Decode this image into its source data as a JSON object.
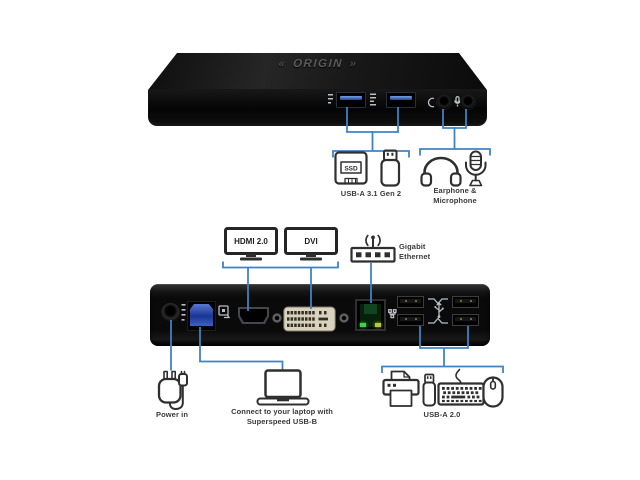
{
  "device": {
    "logo_text": "ORIGIN"
  },
  "colors": {
    "callout_line": "#3e83c4",
    "icon_outline": "#2f2f2f",
    "label_text": "#3a3a3a",
    "usb_tongue_blue": "#2f6bd8",
    "usb_b_blue": "#2a52c9",
    "dvi_beige": "#d9d2bf",
    "ethernet_led_green": "#3fd04c",
    "ethernet_led_amber": "#b8c838"
  },
  "front_callouts": {
    "usb": {
      "label": "USB-A 3.1 Gen 2",
      "ssd_badge": "SSD",
      "icons": [
        "ssd-icon",
        "usb-flash-drive-icon"
      ]
    },
    "audio": {
      "label_line1": "Earphone &",
      "label_line2": "Microphone",
      "icons": [
        "headphones-icon",
        "microphone-icon"
      ]
    }
  },
  "rear_callouts": {
    "hdmi": {
      "label": "HDMI 2.0",
      "icon": "monitor-icon"
    },
    "dvi": {
      "label": "DVI",
      "icon": "monitor-icon"
    },
    "ethernet": {
      "label_line1": "Gigabit",
      "label_line2": "Ethernet",
      "icon": "ethernet-router-icon"
    },
    "power": {
      "label": "Power in",
      "icon": "power-adapter-icon"
    },
    "laptop": {
      "label_line1": "Connect to your laptop with",
      "label_line2": "Superspeed USB-B",
      "icon": "laptop-icon"
    },
    "usb2": {
      "label": "USB-A 2.0",
      "icons": [
        "printer-icon",
        "usb-flash-drive-icon",
        "keyboard-icon",
        "mouse-icon"
      ]
    }
  }
}
